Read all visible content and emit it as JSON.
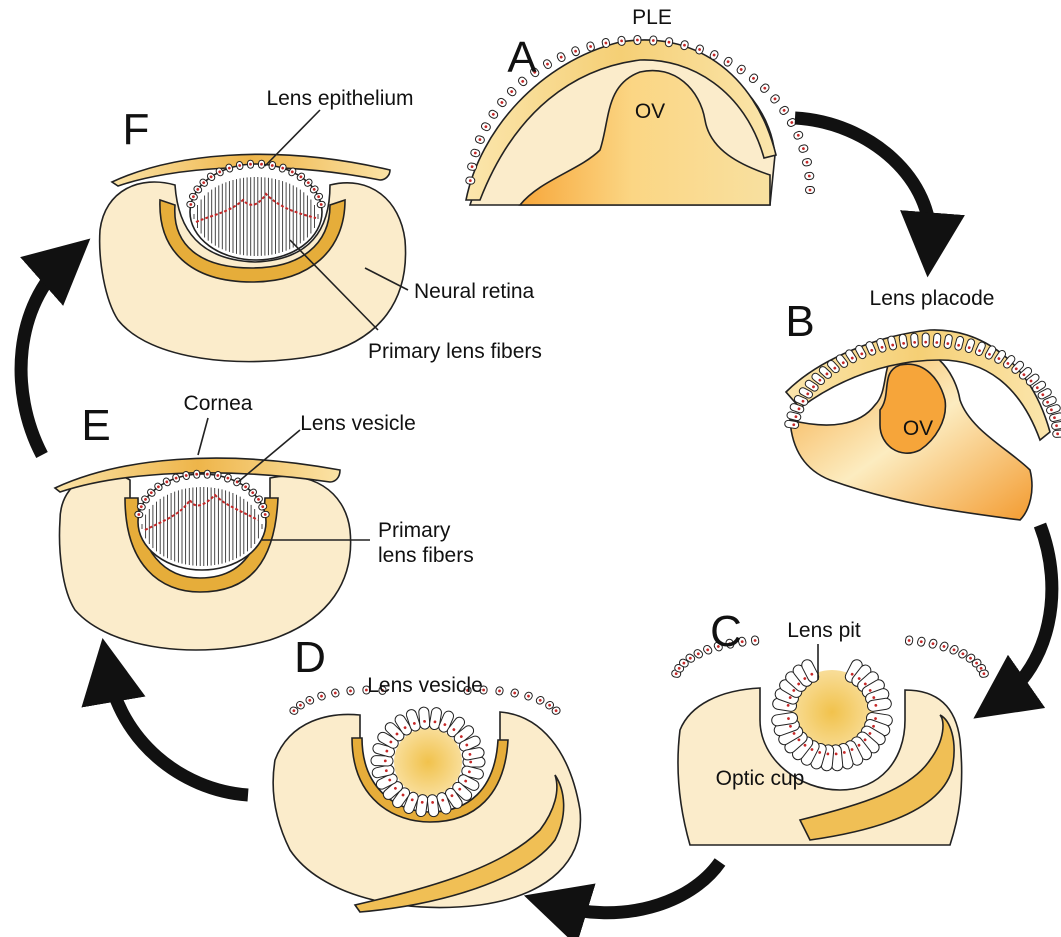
{
  "panels": {
    "a": {
      "letter": "A",
      "ple": "PLE",
      "ov": "OV"
    },
    "b": {
      "letter": "B",
      "title": "Lens placode",
      "ov": "OV"
    },
    "c": {
      "letter": "C",
      "lens_pit": "Lens pit",
      "optic_cup": "Optic cup"
    },
    "d": {
      "letter": "D",
      "lens_vesicle": "Lens vesicle"
    },
    "e": {
      "letter": "E",
      "cornea": "Cornea",
      "lens_vesicle": "Lens vesicle",
      "primary_fibers_1": "Primary",
      "primary_fibers_2": "lens fibers"
    },
    "f": {
      "letter": "F",
      "lens_epithelium": "Lens epithelium",
      "neural_retina": "Neural retina",
      "primary_fibers": "Primary lens fibers"
    }
  },
  "colors": {
    "tissue_light": "#fbeccb",
    "tissue_gold": "#e0a82e",
    "tissue_orange": "#f2a53a",
    "ectoderm_fill": "#f7dc93",
    "nucleus": "#c62828",
    "arrow": "#111111"
  }
}
